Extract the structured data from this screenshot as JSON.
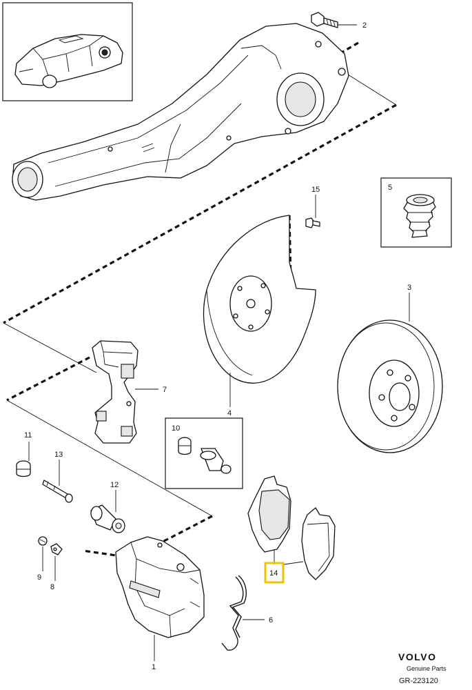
{
  "diagram": {
    "labels": {
      "p1": "1",
      "p2": "2",
      "p3": "3",
      "p4": "4",
      "p5": "5",
      "p6": "6",
      "p7": "7",
      "p8": "8",
      "p9": "9",
      "p10": "10",
      "p11": "11",
      "p12": "12",
      "p13": "13",
      "p14": "14",
      "p15": "15"
    },
    "highlighted_part": "14",
    "brand": {
      "name": "VOLVO",
      "tagline": "Genuine Parts",
      "reference": "GR-223120"
    },
    "colors": {
      "highlight": "#f2c200",
      "line": "#111111"
    },
    "icons": [
      "car-thumbnail-icon"
    ]
  }
}
